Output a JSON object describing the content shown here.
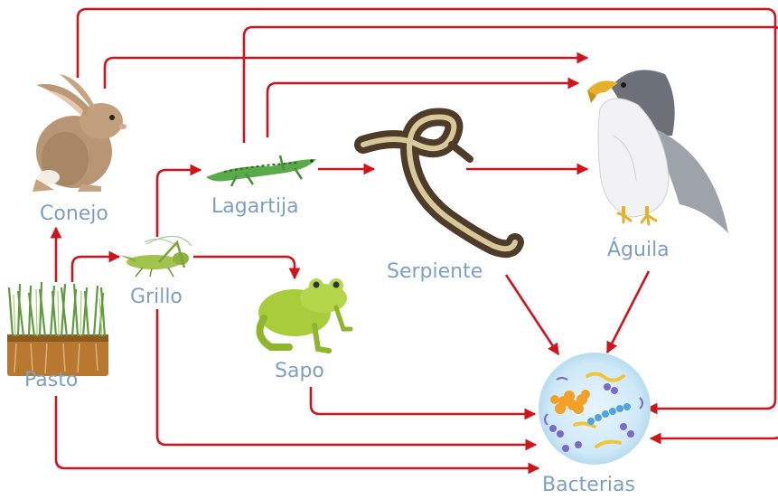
{
  "diagram": {
    "type": "food-web",
    "arrow_color": "#d0141b",
    "label_color": "#7f9fbe",
    "organisms": [
      {
        "id": "pasto",
        "label": "Pasto"
      },
      {
        "id": "conejo",
        "label": "Conejo"
      },
      {
        "id": "grillo",
        "label": "Grillo"
      },
      {
        "id": "lagartija",
        "label": "Lagartija"
      },
      {
        "id": "sapo",
        "label": "Sapo"
      },
      {
        "id": "serpiente",
        "label": "Serpiente"
      },
      {
        "id": "aguila",
        "label": "Águila"
      },
      {
        "id": "bacterias",
        "label": "Bacterias"
      }
    ],
    "arrows": [
      {
        "from": "pasto",
        "to": "conejo"
      },
      {
        "from": "pasto",
        "to": "grillo"
      },
      {
        "from": "pasto",
        "to": "bacterias"
      },
      {
        "from": "conejo",
        "to": "aguila"
      },
      {
        "from": "conejo",
        "to": "bacterias"
      },
      {
        "from": "grillo",
        "to": "lagartija"
      },
      {
        "from": "grillo",
        "to": "sapo"
      },
      {
        "from": "grillo",
        "to": "bacterias"
      },
      {
        "from": "lagartija",
        "to": "serpiente"
      },
      {
        "from": "lagartija",
        "to": "aguila"
      },
      {
        "from": "lagartija",
        "to": "bacterias"
      },
      {
        "from": "serpiente",
        "to": "aguila"
      },
      {
        "from": "serpiente",
        "to": "bacterias"
      },
      {
        "from": "sapo",
        "to": "bacterias"
      },
      {
        "from": "aguila",
        "to": "bacterias"
      }
    ]
  }
}
